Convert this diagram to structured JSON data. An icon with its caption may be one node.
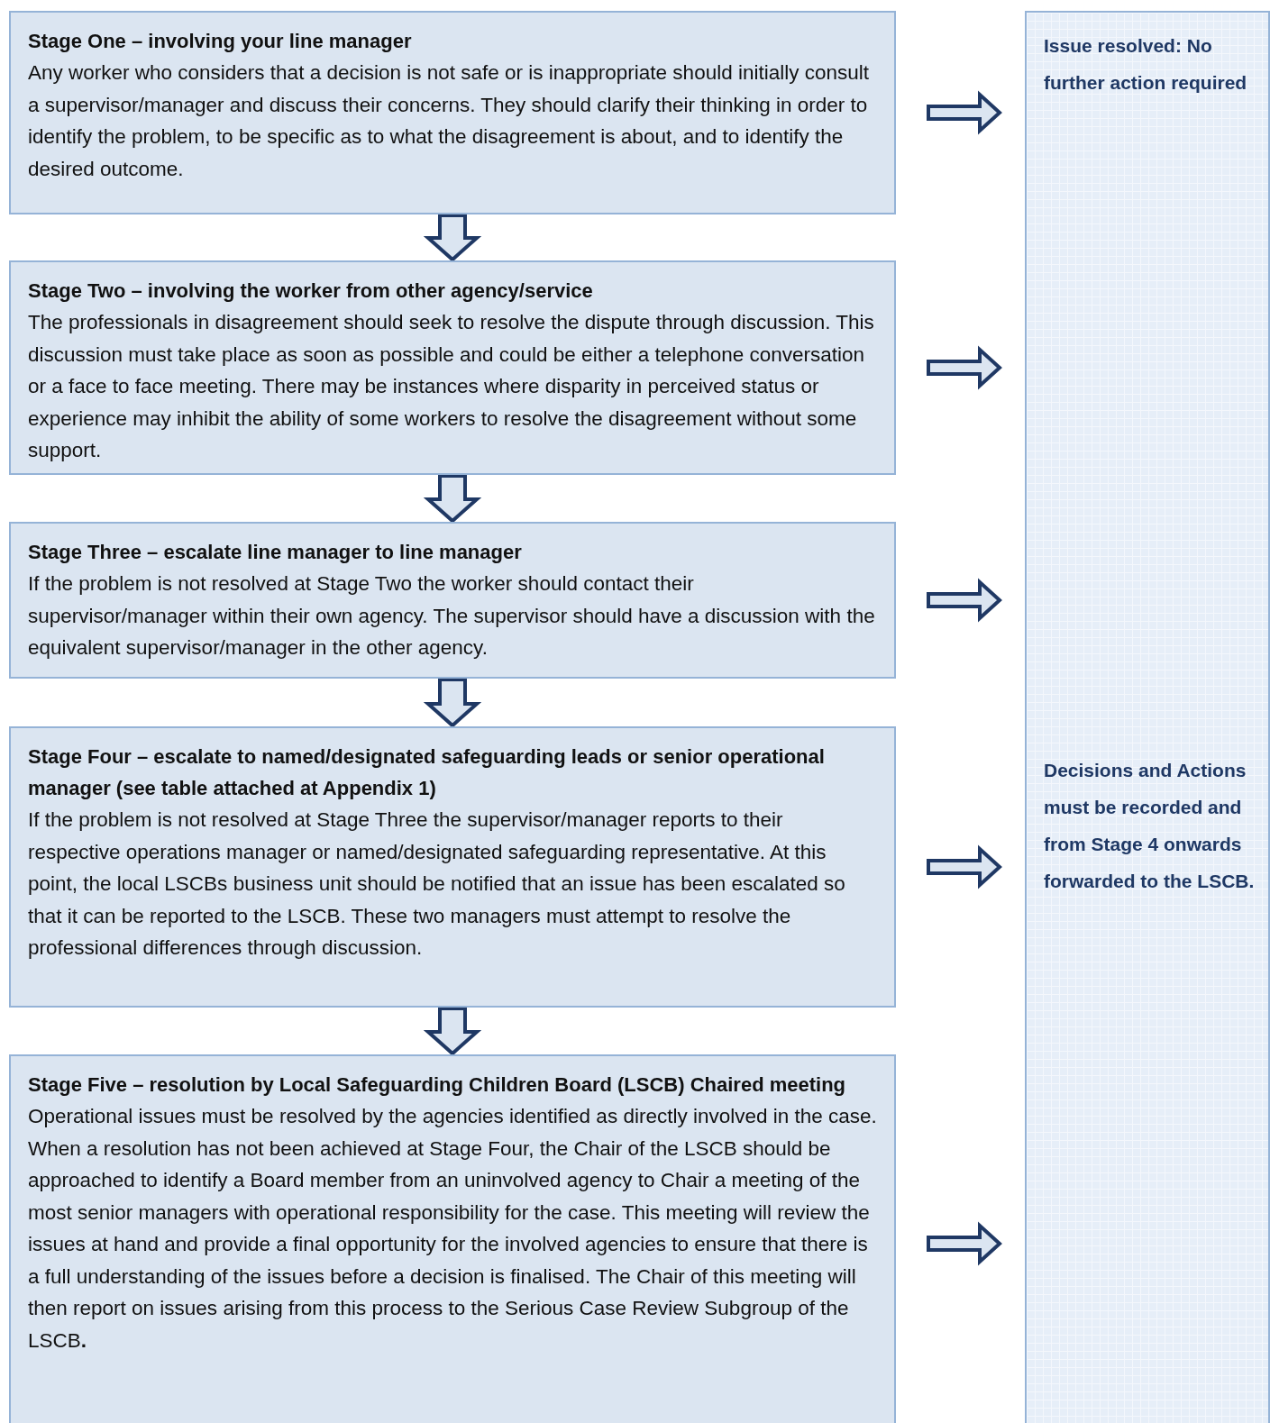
{
  "diagram": {
    "nodes": [
      {
        "text": [
          "Stage One – involving your line manager",
          "Any worker who considers that a decision is not safe or is inappropriate should initially consult a supervisor/manager and discuss their concerns.  They should clarify their thinking in order to identify the problem, to be specific as to what the disagreement is about, and to identify the desired outcome."
        ]
      },
      {
        "text": [
          "Stage Two – involving the worker from other agency/service",
          "The professionals in disagreement should seek to resolve the dispute through discussion. This discussion must take place as soon as possible and could be either a telephone conversation or a face to face meeting. There may be instances where disparity in perceived status or experience may inhibit the ability of some workers to resolve the disagreement without some support."
        ]
      },
      {
        "text": [
          "Stage Three – escalate line manager to line manager",
          "If the problem is not resolved at Stage Two the worker should contact their supervisor/manager within their own agency.  The supervisor should have a discussion with the equivalent supervisor/manager in the other agency."
        ]
      },
      {
        "text": [
          "Stage Four – escalate to named/designated safeguarding leads or senior operational manager (see table attached at Appendix 1)",
          "If the problem is not resolved at Stage Three the supervisor/manager reports to their respective operations manager or named/designated safeguarding representative.  At this point, the local LSCBs business unit should be notified that an issue has been escalated so that it can be reported to the LSCB.  These two managers must attempt to resolve the professional differences through discussion."
        ]
      },
      {
        "text": [
          "Stage Five – resolution by Local Safeguarding Children Board (LSCB) Chaired meeting",
          "Operational issues must be resolved by the agencies identified as directly involved in the case. When a resolution has not been achieved at Stage Four, the Chair of the LSCB should be approached to identify a Board member from an uninvolved agency to Chair a meeting of the most senior managers with operational responsibility for the case.  This meeting will review the issues at hand and provide a final opportunity for the involved agencies to ensure that there is a full understanding of the issues before a decision is finalised. The Chair of this meeting will then report on issues arising from this process to the Serious Case Review Subgroup of the LSCB**.**"
        ]
      },
      {
        "text": [
          "Issue resolved: No further action required",
          "Decisions and Actions must be recorded and from Stage 4 onwards forwarded to the LSCB."
        ]
      }
    ],
    "edges": [
      {
        "from": 0,
        "to": 5,
        "arrow": "to"
      },
      {
        "from": 0,
        "to": 1,
        "arrow": "to"
      },
      {
        "from": 1,
        "to": 5,
        "arrow": "to"
      },
      {
        "from": 1,
        "to": 2,
        "arrow": "to"
      },
      {
        "from": 2,
        "to": 5,
        "arrow": "to"
      },
      {
        "from": 2,
        "to": 3,
        "arrow": "to"
      },
      {
        "from": 3,
        "to": 5,
        "arrow": "to"
      },
      {
        "from": 3,
        "to": 4,
        "arrow": "to"
      },
      {
        "from": 4,
        "to": 5,
        "arrow": "to"
      }
    ]
  }
}
